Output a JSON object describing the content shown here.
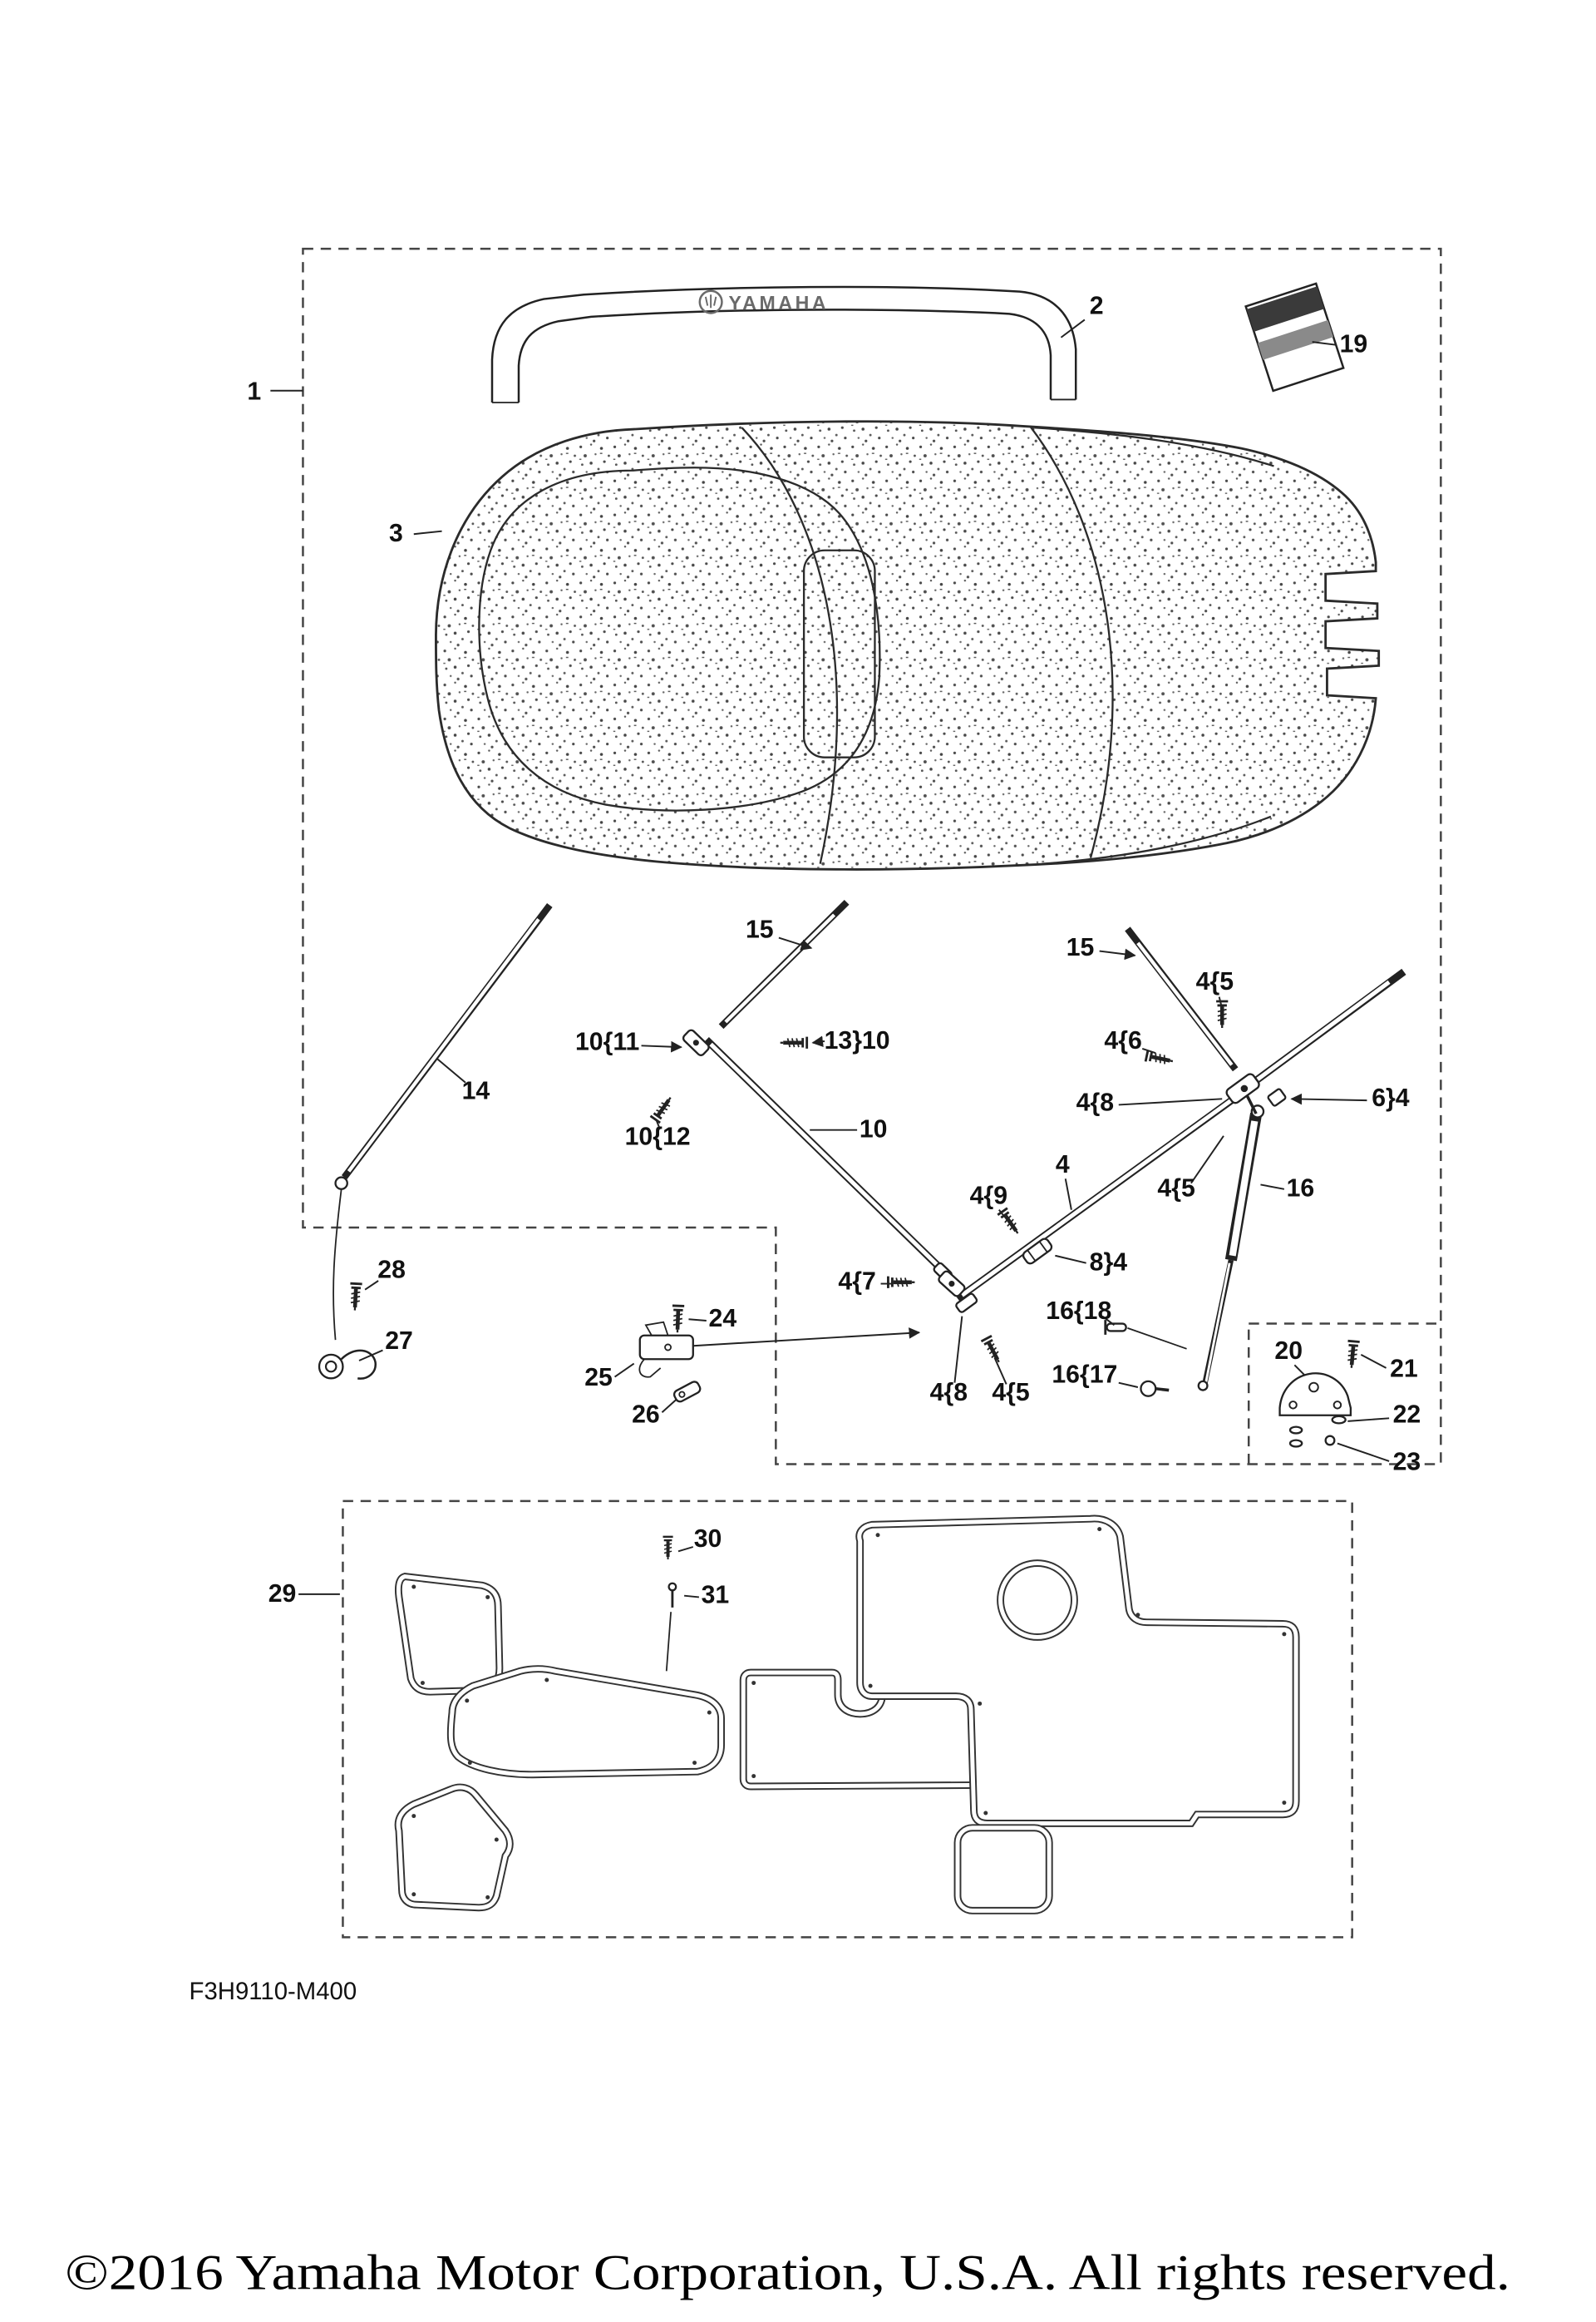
{
  "page": {
    "background": "#ffffff"
  },
  "diagram": {
    "callouts": {
      "c1": "1",
      "c2": "2",
      "c3": "3",
      "c4": "4",
      "c19": "19",
      "c14": "14",
      "c15": "15",
      "c10": "10",
      "c10_11": "10{11",
      "c13_10": "13}10",
      "c10_12": "10{12",
      "c4_5": "4{5",
      "c4_6": "4{6",
      "c4_7": "4{7",
      "c4_8": "4{8",
      "c4_9": "4{9",
      "c6_4": "6}4",
      "c8_4": "8}4",
      "c16": "16",
      "c16_17": "16{17",
      "c16_18": "16{18",
      "c20": "20",
      "c21": "21",
      "c22": "22",
      "c23": "23",
      "c24": "24",
      "c25": "25",
      "c26": "26",
      "c27": "27",
      "c28": "28",
      "c29": "29",
      "c30": "30",
      "c31": "31"
    },
    "logo_text": "YAMAHA",
    "part_code": "F3H9110-M400"
  },
  "footer": {
    "copyright": "©2016 Yamaha Motor Corporation, U.S.A. All rights reserved."
  }
}
